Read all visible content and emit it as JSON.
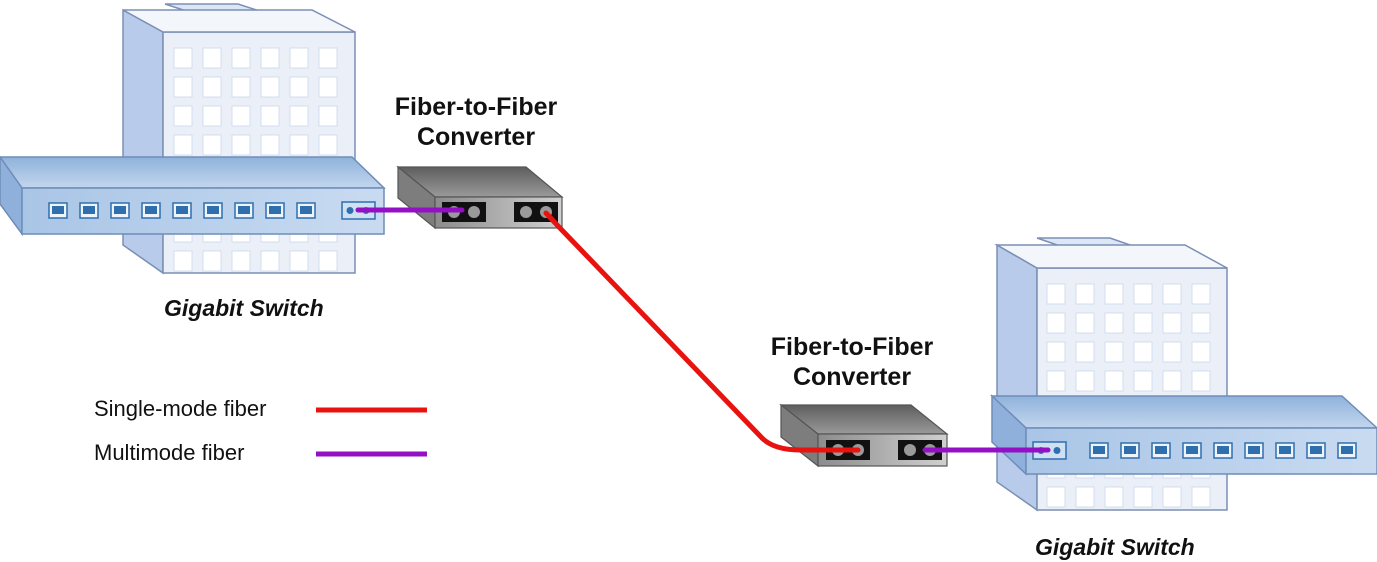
{
  "converters": [
    {
      "title_line1": "Fiber-to-Fiber",
      "title_line2": "Converter"
    },
    {
      "title_line1": "Fiber-to-Fiber",
      "title_line2": "Converter"
    }
  ],
  "switches": [
    {
      "label": "Gigabit Switch"
    },
    {
      "label": "Gigabit Switch"
    }
  ],
  "legend": {
    "items": [
      {
        "label": "Single-mode fiber",
        "color": "#e8130f"
      },
      {
        "label": "Multimode fiber",
        "color": "#9410c4"
      }
    ]
  },
  "colors": {
    "building_face": "#e9eef8",
    "building_side": "#b6c9ea",
    "window": "#ffffff",
    "switch_body": "#a4c2e4",
    "port": "#2f6fae",
    "converter_body": "#b4b4b4"
  }
}
